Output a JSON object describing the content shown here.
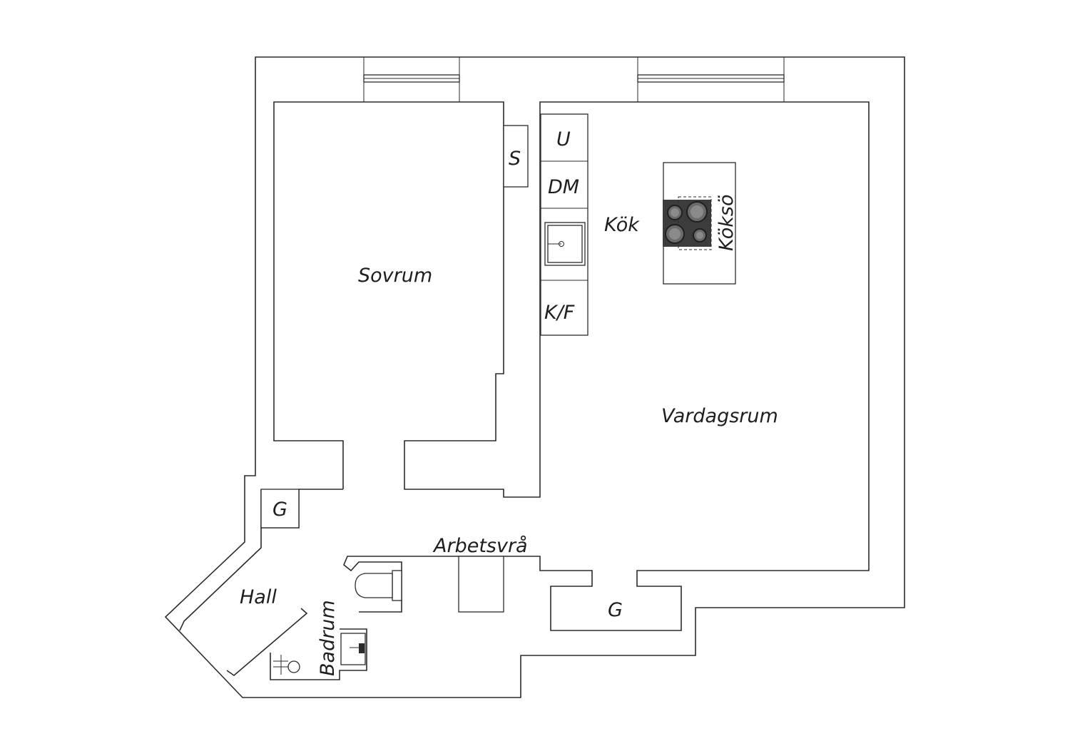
{
  "floorplan": {
    "rooms": {
      "sovrum": "Sovrum",
      "vardagsrum": "Vardagsrum",
      "kok": "Kök",
      "hall": "Hall",
      "badrum": "Badrum",
      "arbetsvra": "Arbetsvrå"
    },
    "fixtures": {
      "kitchen_island": "Köksö",
      "oven": "U",
      "dishwasher": "DM",
      "fridge_freezer": "K/F",
      "wardrobe_bedroom": "S",
      "wardrobe_hall": "G",
      "wardrobe_living": "G"
    },
    "colors": {
      "wall": "#2b2b2b",
      "cooktop": "#3c3c3c",
      "background": "#ffffff"
    }
  }
}
